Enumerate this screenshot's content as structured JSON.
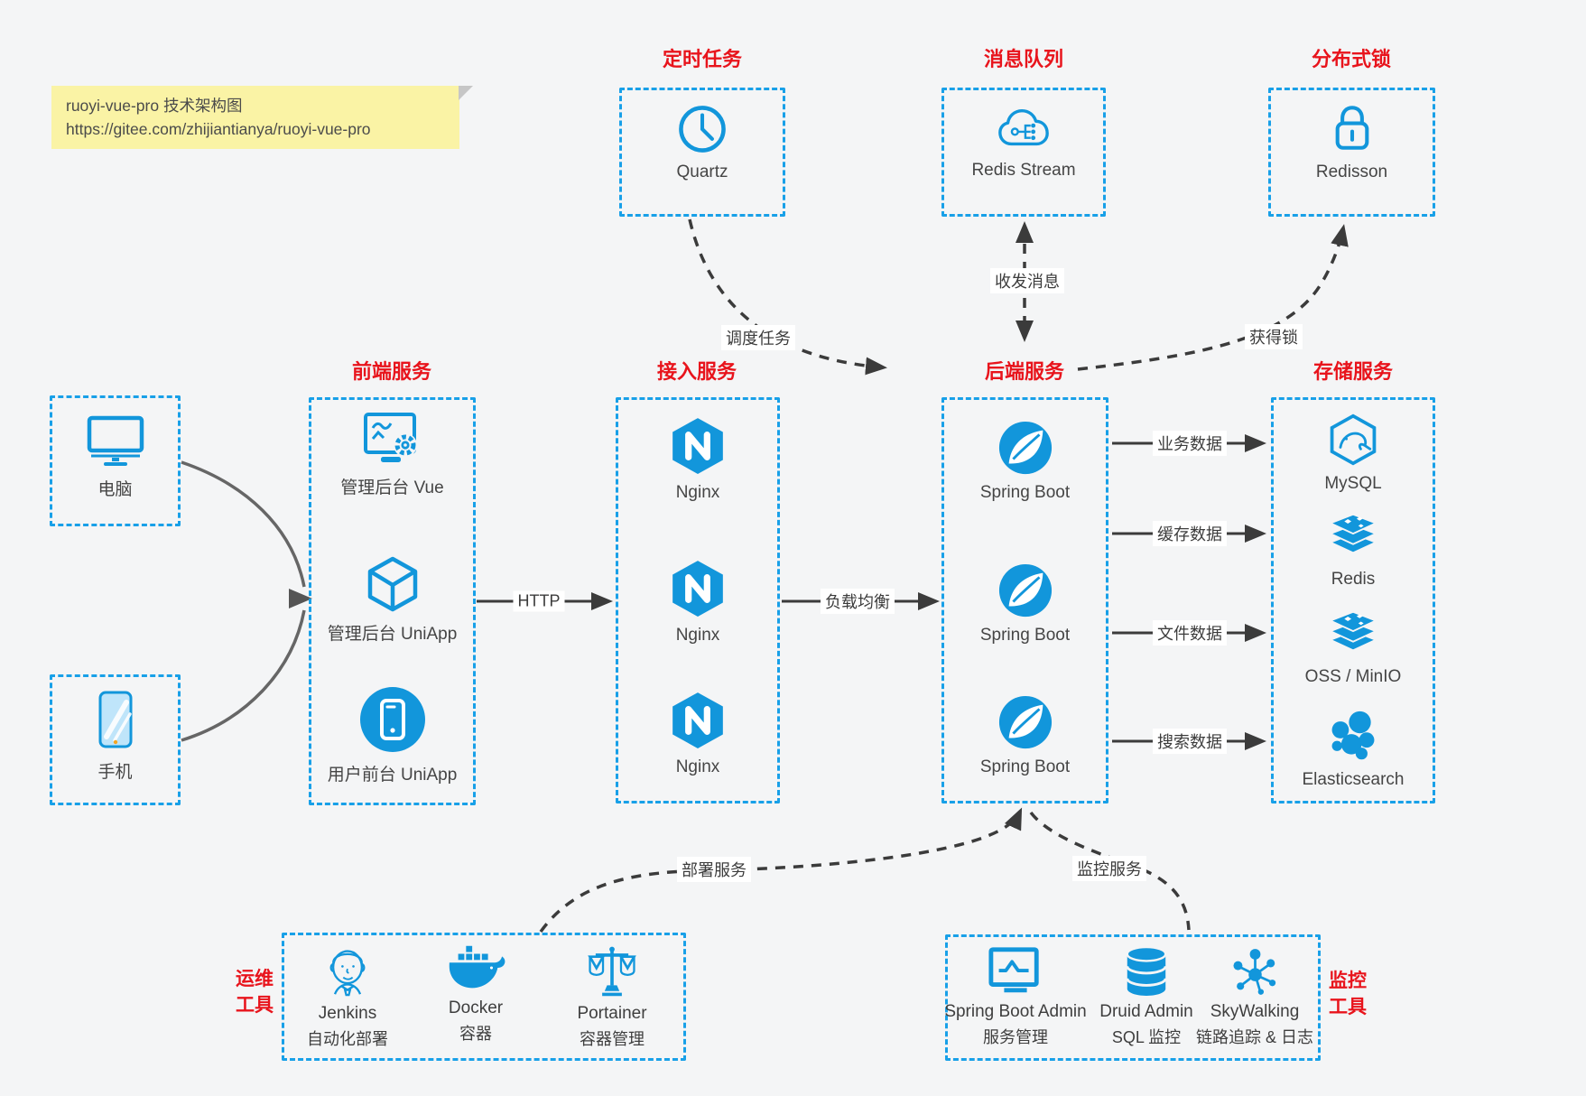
{
  "colors": {
    "icon_blue": "#1296db",
    "box_border_blue": "#18a0e8",
    "heading_red": "#e8141c",
    "arrow_dark": "#3b3b3b",
    "client_curve_gray": "#666666",
    "note_bg": "#faf3a5",
    "page_bg": "#f4f5f6"
  },
  "note": {
    "line1": "ruoyi-vue-pro 技术架构图",
    "line2": "https://gitee.com/zhijiantianya/ruoyi-vue-pro"
  },
  "top_services": [
    {
      "title": "定时任务",
      "label": "Quartz",
      "icon": "clock-icon"
    },
    {
      "title": "消息队列",
      "label": "Redis Stream",
      "icon": "message-cloud-icon"
    },
    {
      "title": "分布式锁",
      "label": "Redisson",
      "icon": "lock-icon"
    }
  ],
  "clients": [
    {
      "label": "电脑",
      "icon": "desktop-icon"
    },
    {
      "label": "手机",
      "icon": "mobile-icon"
    }
  ],
  "service_columns": [
    {
      "title": "前端服务",
      "items": [
        {
          "label": "管理后台 Vue",
          "icon": "admin-vue-icon"
        },
        {
          "label": "管理后台 UniApp",
          "icon": "uniapp-cube-icon"
        },
        {
          "label": "用户前台 UniApp",
          "icon": "user-uniapp-icon"
        }
      ]
    },
    {
      "title": "接入服务",
      "items": [
        {
          "label": "Nginx",
          "icon": "nginx-icon"
        },
        {
          "label": "Nginx",
          "icon": "nginx-icon"
        },
        {
          "label": "Nginx",
          "icon": "nginx-icon"
        }
      ]
    },
    {
      "title": "后端服务",
      "items": [
        {
          "label": "Spring Boot",
          "icon": "spring-boot-icon"
        },
        {
          "label": "Spring Boot",
          "icon": "spring-boot-icon"
        },
        {
          "label": "Spring Boot",
          "icon": "spring-boot-icon"
        }
      ]
    },
    {
      "title": "存储服务",
      "items": [
        {
          "label": "MySQL",
          "icon": "mysql-icon"
        },
        {
          "label": "Redis",
          "icon": "redis-stack-icon"
        },
        {
          "label": "OSS / MinIO",
          "icon": "oss-stack-icon"
        },
        {
          "label": "Elasticsearch",
          "icon": "elasticsearch-icon"
        }
      ]
    }
  ],
  "edge_labels": {
    "http": "HTTP",
    "load_balance": "负载均衡",
    "business_data": "业务数据",
    "cache_data": "缓存数据",
    "file_data": "文件数据",
    "search_data": "搜索数据",
    "schedule": "调度任务",
    "message": "收发消息",
    "lock": "获得锁",
    "deploy": "部署服务",
    "monitor": "监控服务"
  },
  "bottom_groups": [
    {
      "side_label_line1": "运维",
      "side_label_line2": "工具",
      "items": [
        {
          "name": "Jenkins",
          "desc": "自动化部署",
          "icon": "jenkins-icon"
        },
        {
          "name": "Docker",
          "desc": "容器",
          "icon": "docker-icon"
        },
        {
          "name": "Portainer",
          "desc": "容器管理",
          "icon": "portainer-icon"
        }
      ]
    },
    {
      "side_label_line1": "监控",
      "side_label_line2": "工具",
      "items": [
        {
          "name": "Spring Boot Admin",
          "desc": "服务管理",
          "icon": "springboot-admin-icon"
        },
        {
          "name": "Druid Admin",
          "desc": "SQL 监控",
          "icon": "druid-database-icon"
        },
        {
          "name": "SkyWalking",
          "desc": "链路追踪 & 日志",
          "icon": "skywalking-icon"
        }
      ]
    }
  ]
}
